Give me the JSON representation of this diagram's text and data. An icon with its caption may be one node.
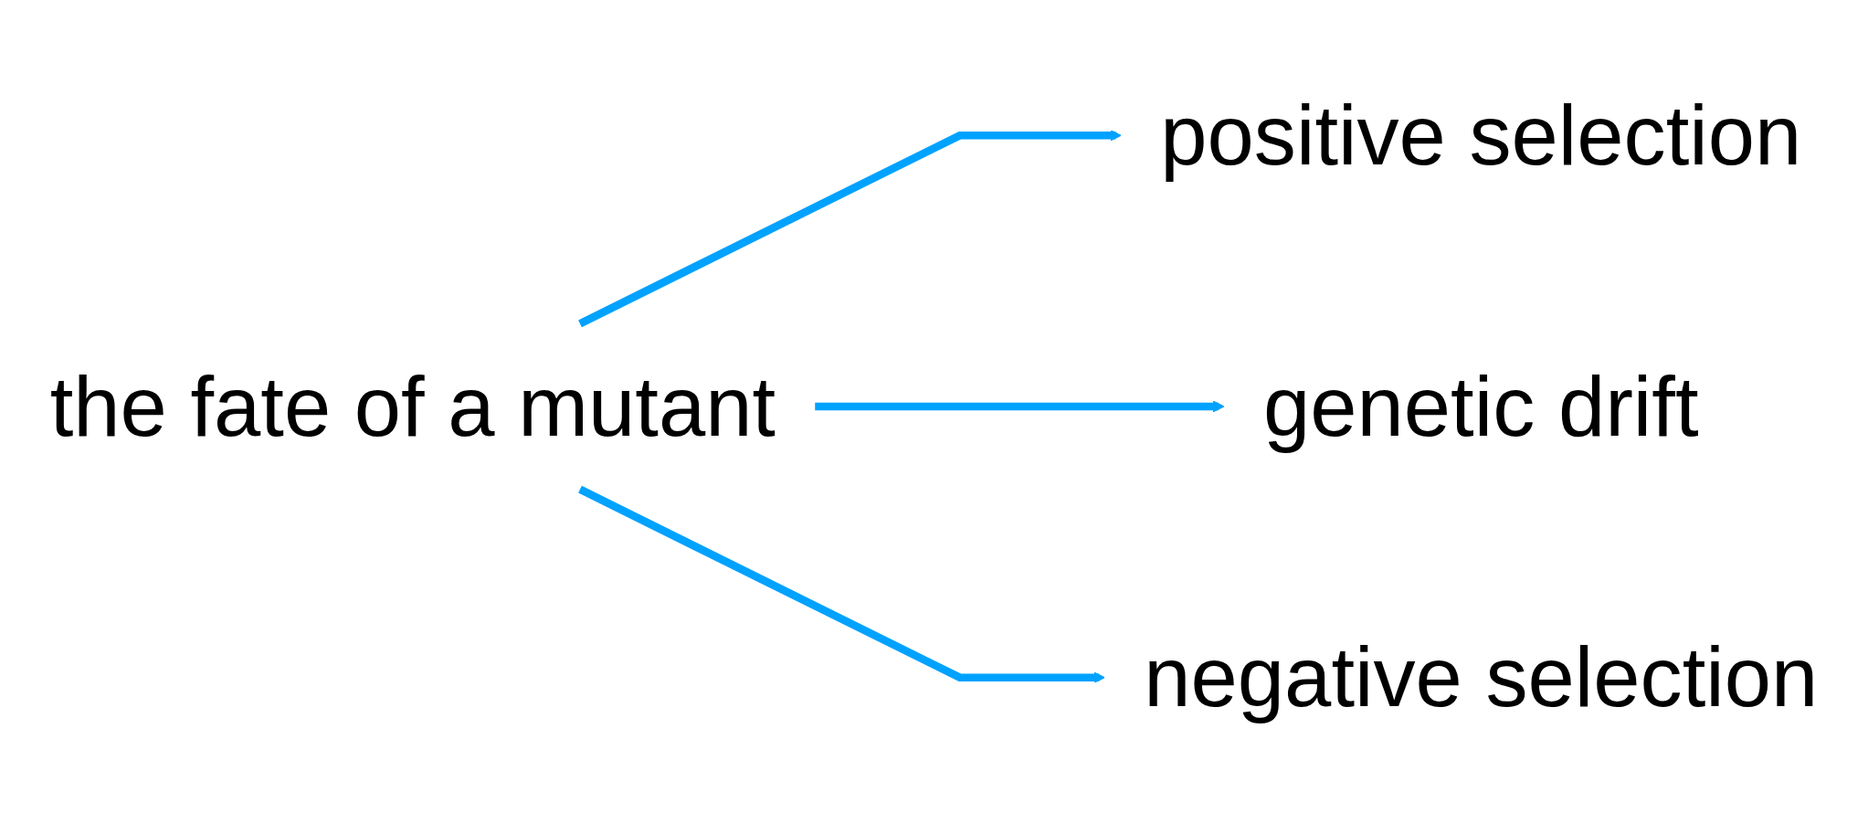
{
  "diagram": {
    "nodes": [
      {
        "text": [
          "the fate of a mutant"
        ]
      },
      {
        "text": [
          "positive selection"
        ]
      },
      {
        "text": [
          "genetic drift"
        ]
      },
      {
        "text": [
          "negative selection"
        ]
      }
    ],
    "edges": [
      {
        "from": 0,
        "to": 1,
        "arrow": "to"
      },
      {
        "from": 0,
        "to": 2,
        "arrow": "to"
      },
      {
        "from": 0,
        "to": 3,
        "arrow": "to"
      }
    ]
  }
}
